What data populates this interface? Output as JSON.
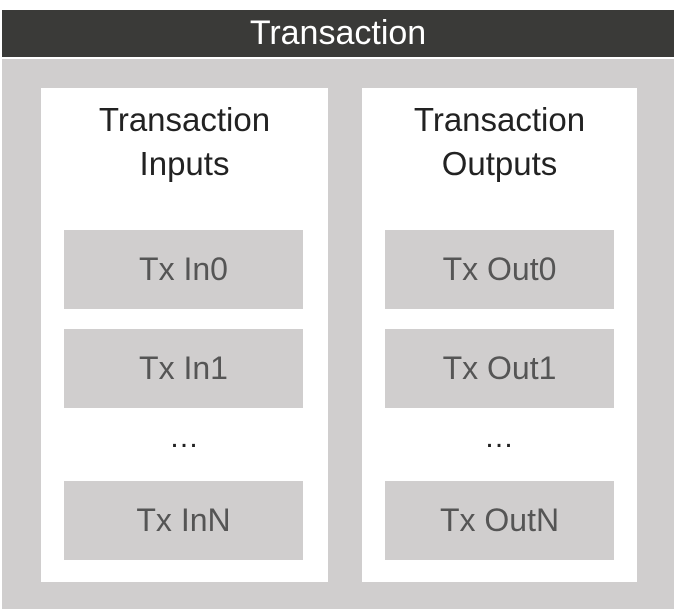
{
  "header": {
    "title": "Transaction"
  },
  "inputs": {
    "title_line1": "Transaction",
    "title_line2": "Inputs",
    "items": [
      "Tx In0",
      "Tx In1",
      "Tx InN"
    ],
    "ellipsis": "…"
  },
  "outputs": {
    "title_line1": "Transaction",
    "title_line2": "Outputs",
    "items": [
      "Tx Out0",
      "Tx Out1",
      "Tx OutN"
    ],
    "ellipsis": "…"
  },
  "colors": {
    "header_bg": "#3a3a38",
    "frame_bg": "#d0cece",
    "panel_bg": "#ffffff",
    "slot_bg": "#d0cece"
  }
}
